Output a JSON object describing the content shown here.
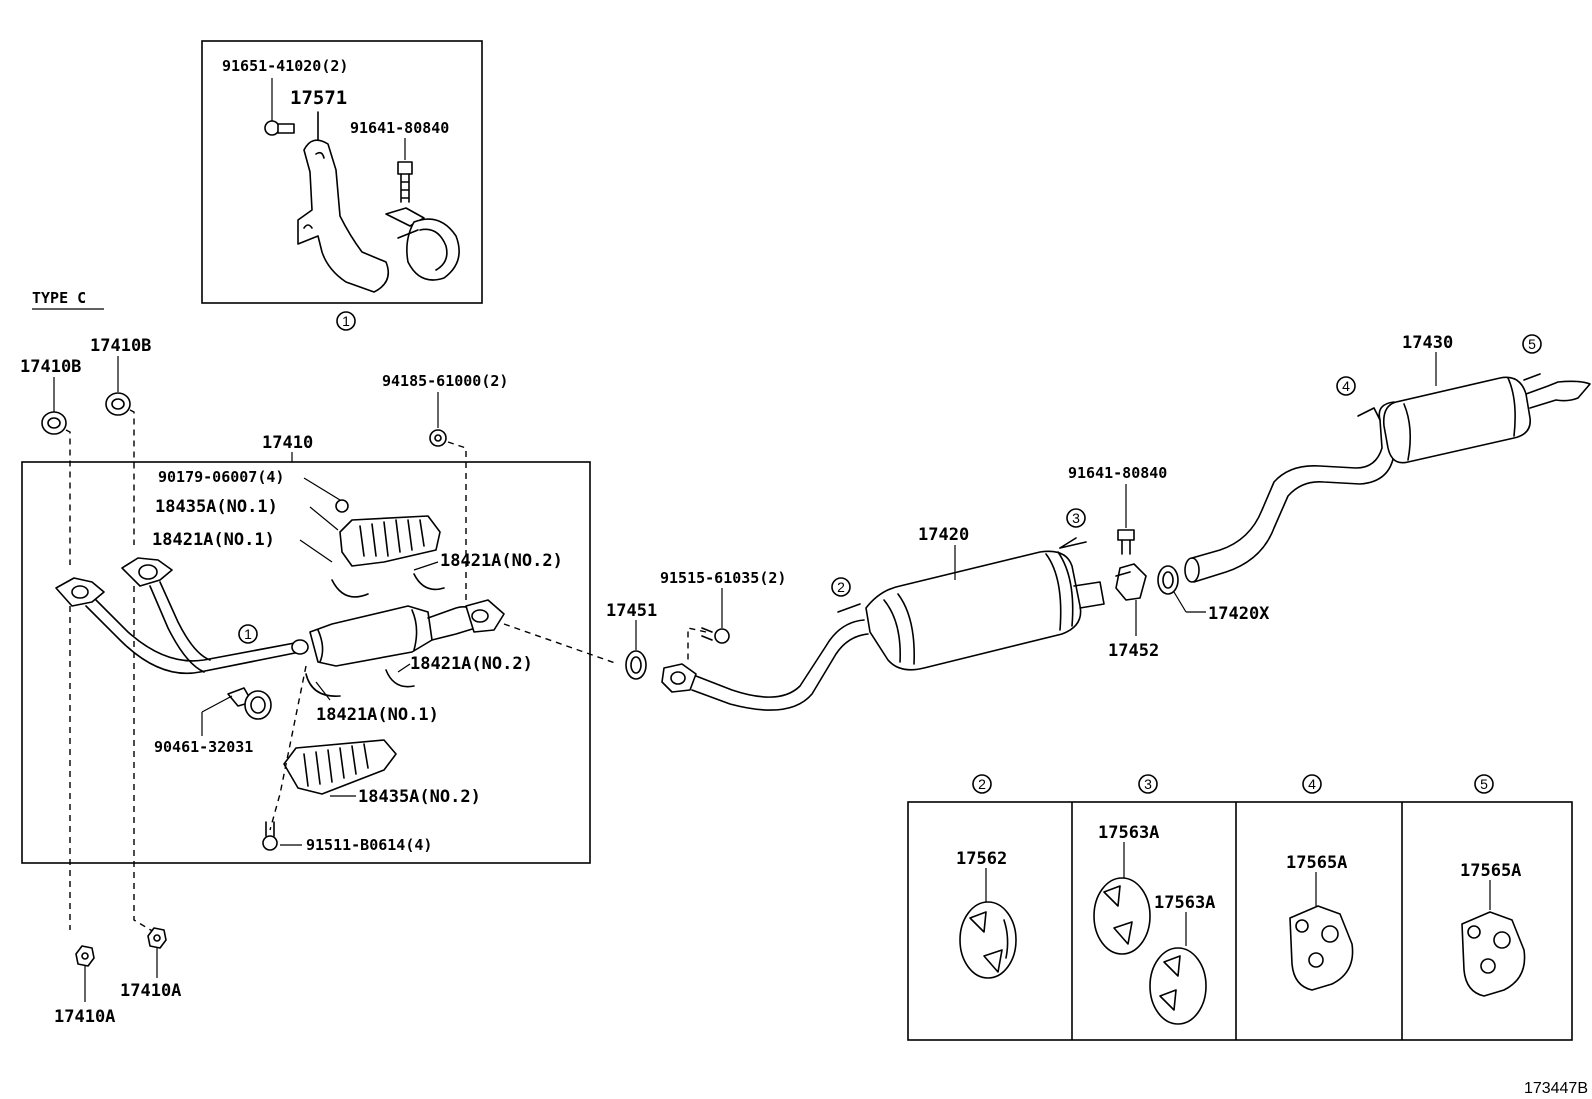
{
  "type_label": "TYPE C",
  "figure_id": "173447B",
  "callouts": {
    "c1": "1",
    "c2": "2",
    "c3": "3",
    "c4": "4",
    "c5": "5",
    "detail_label": "1",
    "box2": "2",
    "box3": "3",
    "box4": "4",
    "box5": "5"
  },
  "detail_box": {
    "bolt_top": "91651-41020(2)",
    "bracket": "17571",
    "bolt": "91641-80840"
  },
  "parts": {
    "p17410B_left": "17410B",
    "p17410B_right": "17410B",
    "p17410": "17410",
    "p94185": "94185-61000(2)",
    "p90179": "90179-06007(4)",
    "p18435A_no1": "18435A(NO.1)",
    "p18421A_no1_top": "18421A(NO.1)",
    "p18421A_no2_top": "18421A(NO.2)",
    "p18421A_no2_mid": "18421A(NO.2)",
    "p18421A_no1_mid": "18421A(NO.1)",
    "p90461": "90461-32031",
    "p18435A_no2": "18435A(NO.2)",
    "p91511": "91511-B0614(4)",
    "p17410A_left": "17410A",
    "p17410A_right": "17410A",
    "p17451": "17451",
    "p91515": "91515-61035(2)",
    "p17420": "17420",
    "p91641": "91641-80840",
    "p17452": "17452",
    "p17420X": "17420X",
    "p17430": "17430"
  },
  "hanger_boxes": {
    "box2_part": "17562",
    "box3_part_a": "17563A",
    "box3_part_b": "17563A",
    "box4_part": "17565A",
    "box5_part": "17565A"
  }
}
